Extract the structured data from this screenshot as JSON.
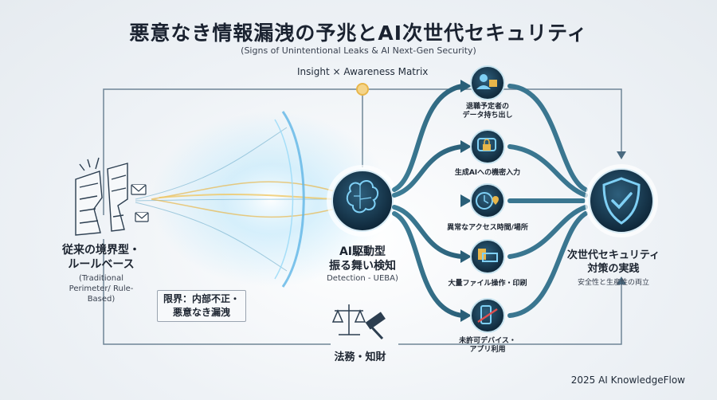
{
  "header": {
    "title": "悪意なき情報漏洩の予兆とAI次世代セキュリティ",
    "subtitle": "(Signs of Unintentional Leaks & AI Next-Gen Security)",
    "matrix_label": "Insight × Awareness Matrix"
  },
  "left": {
    "title_line1": "従来の境界型・",
    "title_line2": "ルールベース",
    "sub_line1": "(Traditional",
    "sub_line2": "Perimeter/ Rule-",
    "sub_line3": "Based)",
    "limit_line1": "限界：内部不正・",
    "limit_line2": "悪意なき漏洩"
  },
  "center": {
    "title_line1": "AI駆動型",
    "title_line2": "振る舞い検知",
    "sub": "Detection - UEBA)",
    "law_label": "法務・知財"
  },
  "signals": [
    {
      "line1": "退職予定者の",
      "line2": "データ持ち出し"
    },
    {
      "line1": "生成AIへの機密入力",
      "line2": ""
    },
    {
      "line1": "異常なアクセス時間/場所",
      "line2": ""
    },
    {
      "line1": "大量ファイル操作・印刷",
      "line2": ""
    },
    {
      "line1": "未許可デバイス・",
      "line2": "アプリ利用"
    }
  ],
  "right": {
    "title_line1": "次世代セキュリティ",
    "title_line2": "対策の実践",
    "sub": "安全性と生産性の両立"
  },
  "footer": "2025 AI KnowledgeFlow",
  "colors": {
    "accent": "#2f6f88",
    "icon_dark": "#143247",
    "glow": "#7fd0f5",
    "gold": "#e8b64a"
  },
  "icons": [
    "brain-icon",
    "shield-check-icon",
    "scales-gavel-icon",
    "broken-wall-icon",
    "envelope-icon",
    "user-laptop-icon",
    "chat-lock-icon",
    "clock-location-icon",
    "printer-files-icon",
    "blocked-phone-icon"
  ]
}
